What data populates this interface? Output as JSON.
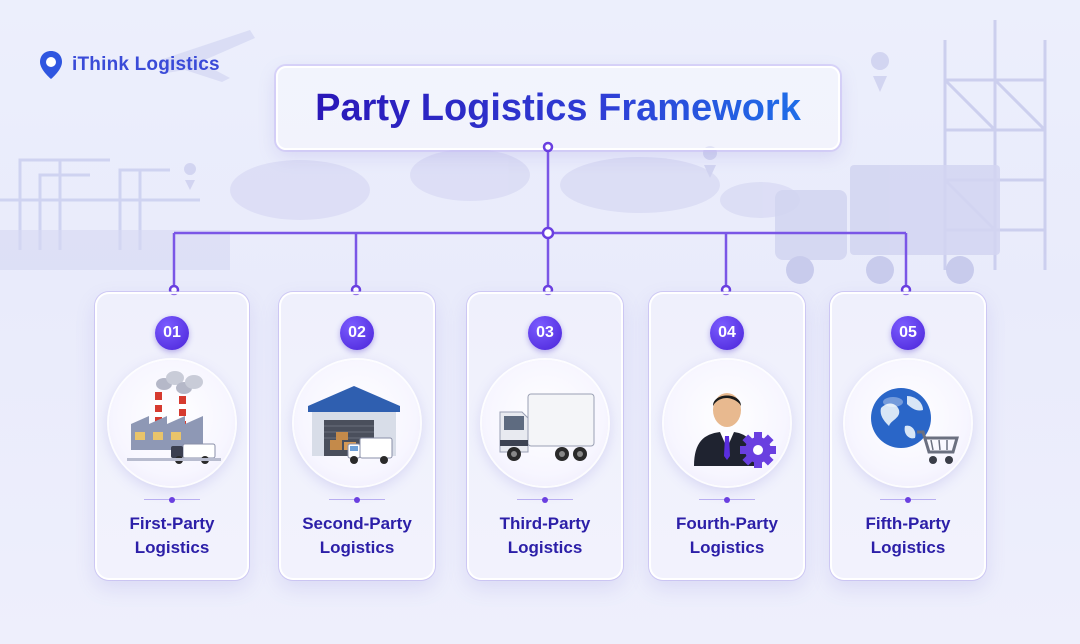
{
  "brand": {
    "name": "iThink Logistics",
    "icon": "map-pin-icon"
  },
  "title": "Party Logistics Framework",
  "colors": {
    "accent": "#5a2ee0",
    "title": "#2b1fc2",
    "label": "#2c1fa8",
    "connector": "#7a56e6"
  },
  "cards": [
    {
      "number": "01",
      "line1": "First-Party",
      "line2": "Logistics",
      "icon": "factory-with-truck-icon"
    },
    {
      "number": "02",
      "line1": "Second-Party",
      "line2": "Logistics",
      "icon": "warehouse-with-truck-icon"
    },
    {
      "number": "03",
      "line1": "Third-Party",
      "line2": "Logistics",
      "icon": "delivery-truck-icon"
    },
    {
      "number": "04",
      "line1": "Fourth-Party",
      "line2": "Logistics",
      "icon": "businessman-with-gear-icon"
    },
    {
      "number": "05",
      "line1": "Fifth-Party",
      "line2": "Logistics",
      "icon": "globe-with-cart-icon"
    }
  ]
}
